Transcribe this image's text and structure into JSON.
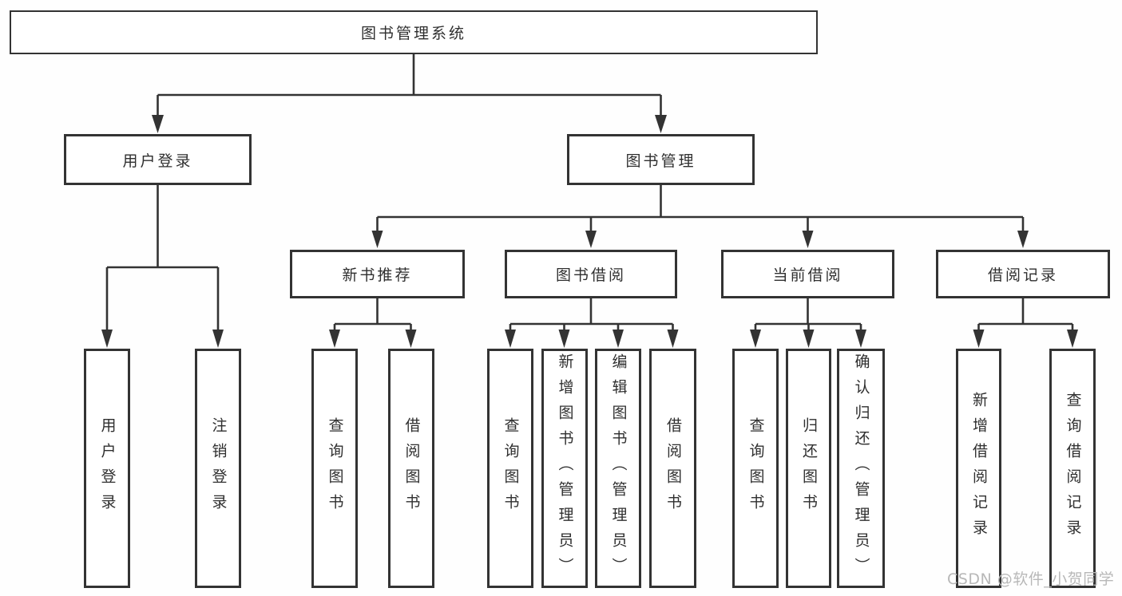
{
  "colors": {
    "line": "#333333",
    "text": "#2f2f2f",
    "watermark": "#b8b8b8",
    "background": "#fefefe"
  },
  "diagram": {
    "root": "图书管理系统",
    "level2": {
      "user_login": "用户登录",
      "book_mgmt": "图书管理"
    },
    "level3": {
      "new_book": "新书推荐",
      "book_borrow": "图书借阅",
      "current_borrow": "当前借阅",
      "borrow_record": "借阅记录"
    },
    "leaves": {
      "user_login": [
        "用户登录",
        "注销登录"
      ],
      "new_book": [
        "查询图书",
        "借阅图书"
      ],
      "book_borrow": [
        "查询图书",
        "新增图书（管理员）",
        "编辑图书（管理员）",
        "借阅图书"
      ],
      "current_borrow": [
        "查询图书",
        "归还图书",
        "确认归还（管理员）"
      ],
      "borrow_record": [
        "新增借阅记录",
        "查询借阅记录"
      ]
    }
  },
  "watermark": "CSDN @软件_小贺同学"
}
